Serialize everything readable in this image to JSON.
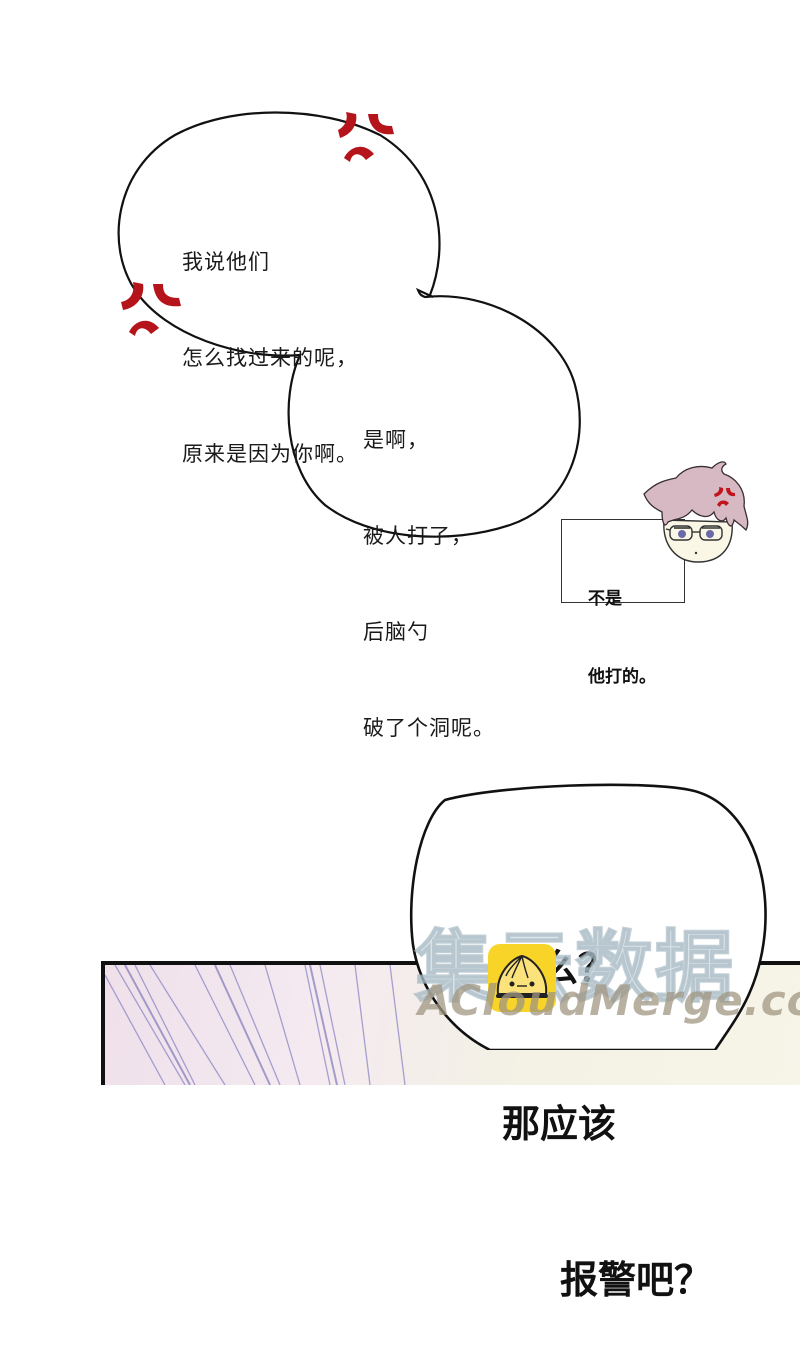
{
  "speech_bubbles": [
    {
      "speaker": "left",
      "lines": [
        "我说他们",
        "怎么找过来的呢，",
        "原来是因为你啊。"
      ]
    },
    {
      "speaker": "right",
      "lines": [
        "是啊，",
        "被人打了，",
        "后脑勺",
        "破了个洞呢。"
      ]
    }
  ],
  "narration_box": {
    "lines": [
      "不是",
      "他打的。"
    ]
  },
  "shout_bubble": {
    "lines": [
      "什么？",
      "那应该",
      "报警吧？"
    ]
  },
  "icons": {
    "anger_mark_1": "anger-vein-icon",
    "anger_mark_2": "anger-vein-icon",
    "character": "chibi-character-head",
    "logo": "steamed-bun-logo"
  },
  "watermark": {
    "cn": "集云数据",
    "en": "ACloudMerge.com"
  },
  "colors": {
    "anger": "#b4141a",
    "hair": "#d6b9c2",
    "logo_bg": "#f8d428",
    "panel_pink": "#efe0ea",
    "panel_cream": "#f5f3e4",
    "speed_lines": "#8a86c4"
  }
}
